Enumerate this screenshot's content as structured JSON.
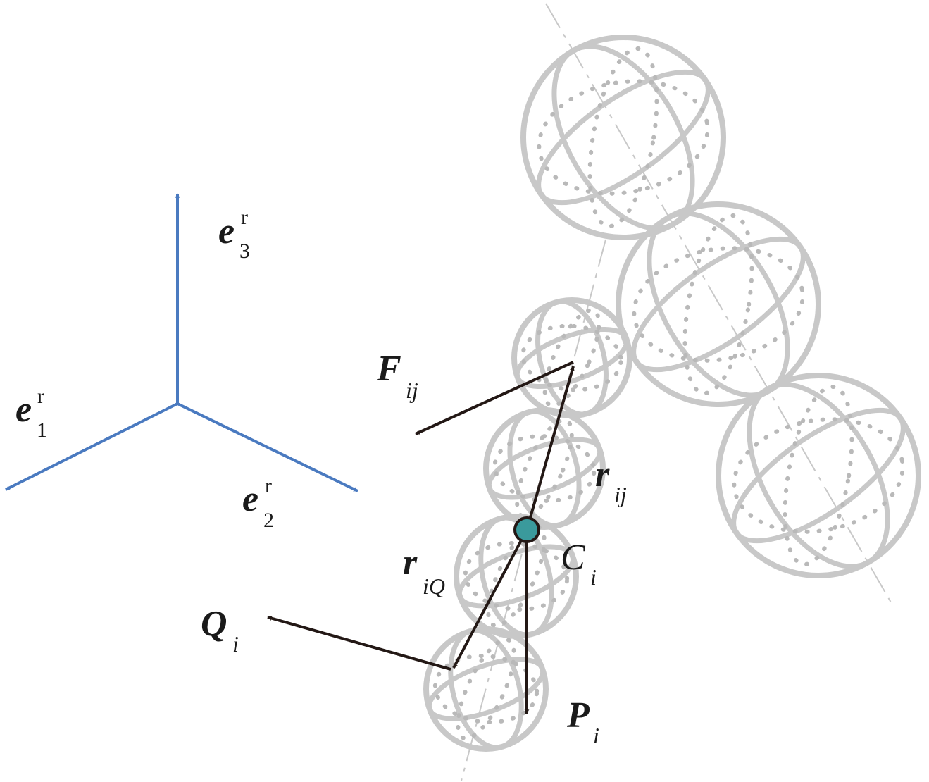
{
  "colors": {
    "axis": "#4a7ac0",
    "vector": "#231815",
    "sphere": "#c8c8c8",
    "sphere_dots": "#b9b9b9",
    "centroid_fill": "#3a9a9c",
    "centroid_stroke": "#231815"
  },
  "axes": {
    "e1": {
      "symbol": "e",
      "sub": "1",
      "sup": "r"
    },
    "e2": {
      "symbol": "e",
      "sub": "2",
      "sup": "r"
    },
    "e3": {
      "symbol": "e",
      "sub": "3",
      "sup": "r"
    }
  },
  "vectors": {
    "F": {
      "symbol": "F",
      "sub": "ij"
    },
    "r_ij": {
      "symbol": "r",
      "sub": "ij"
    },
    "r_iQ": {
      "symbol": "r",
      "sub": "iQ"
    },
    "Q": {
      "symbol": "Q",
      "sub": "i"
    },
    "P": {
      "symbol": "P",
      "sub": "i"
    }
  },
  "centroid": {
    "symbol": "C",
    "sub": "i"
  }
}
